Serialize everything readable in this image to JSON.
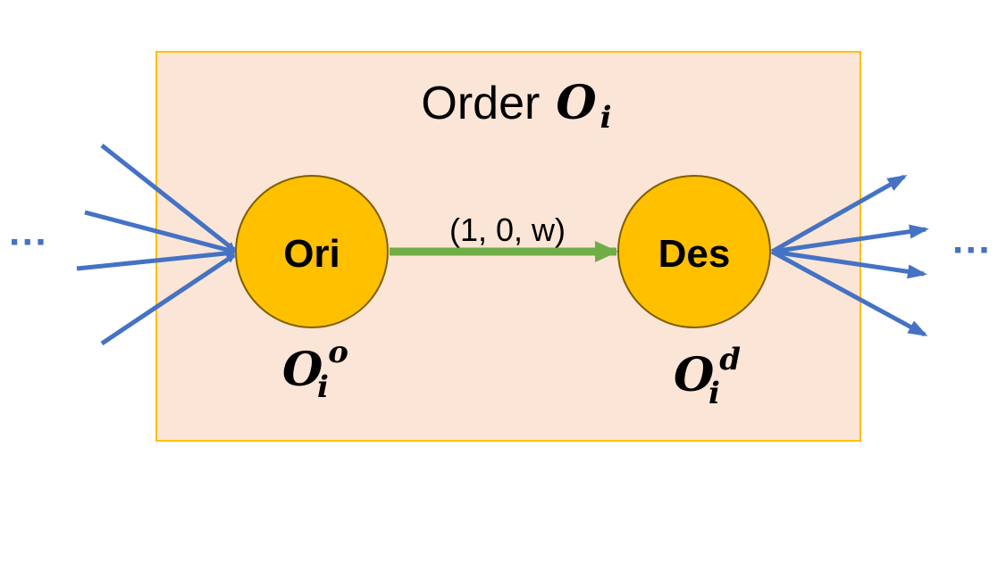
{
  "order_box": {
    "title_word": "Order",
    "title_symbol_base": "O",
    "title_symbol_sub": "i",
    "fill": "#fbe5d6",
    "stroke": "#ffc000"
  },
  "nodes": {
    "origin": {
      "label": "Ori",
      "symbol_base": "O",
      "symbol_sub": "i",
      "symbol_sup": "o"
    },
    "destination": {
      "label": "Des",
      "symbol_base": "O",
      "symbol_sub": "i",
      "symbol_sup": "d"
    },
    "fill": "#ffc000",
    "stroke": "#7f6000"
  },
  "edge": {
    "label": "(1, 0, w)",
    "color": "#70ad47"
  },
  "external_edges": {
    "color": "#4472c4",
    "left_ellipsis": "···",
    "right_ellipsis": "···"
  }
}
